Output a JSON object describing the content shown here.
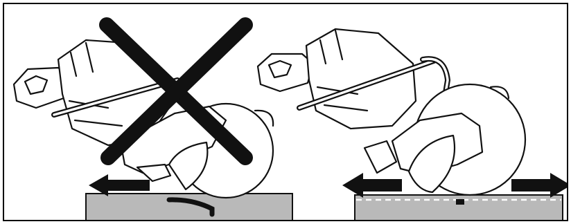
{
  "figure": {
    "panels": [
      {
        "id": "incorrect",
        "marker": "x-mark",
        "arrows": [
          "left"
        ]
      },
      {
        "id": "correct",
        "marker": "none",
        "arrows": [
          "left",
          "right"
        ]
      }
    ],
    "colors": {
      "outline": "#111111",
      "slab": "#b9b9b9",
      "arrow": "#111111",
      "cross": "#111111"
    }
  }
}
